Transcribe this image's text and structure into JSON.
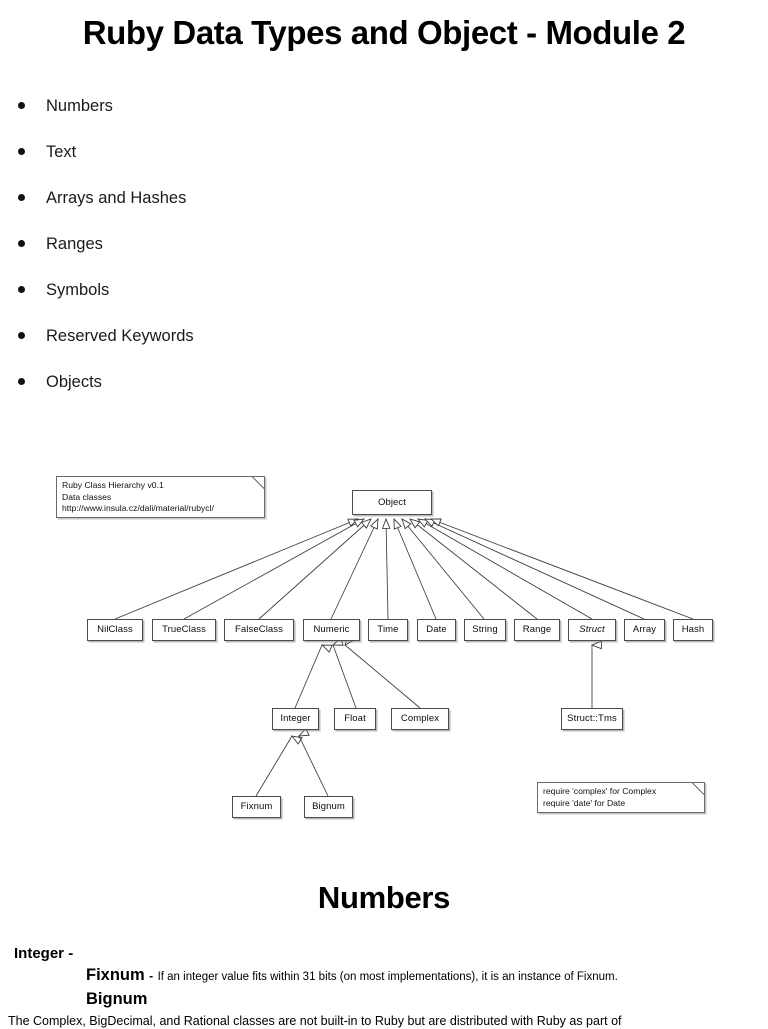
{
  "slide": {
    "title": "Ruby Data Types and Object - Module 2",
    "section_heading": "Numbers"
  },
  "topics": [
    {
      "label": "Numbers"
    },
    {
      "label": "Text"
    },
    {
      "label": "Arrays and Hashes"
    },
    {
      "label": "Ranges"
    },
    {
      "label": "Symbols"
    },
    {
      "label": "Reserved Keywords"
    },
    {
      "label": "Objects"
    }
  ],
  "diagram": {
    "title_note": {
      "line1": "Ruby Class Hierarchy v0.1",
      "line2": "Data classes",
      "line3": "http://www.insula.cz/dali/material/rubycl/"
    },
    "require_note": {
      "line1": "require 'complex' for Complex",
      "line2": "require 'date' for Date"
    },
    "root": {
      "label": "Object"
    },
    "level1": [
      {
        "label": "NilClass"
      },
      {
        "label": "TrueClass"
      },
      {
        "label": "FalseClass"
      },
      {
        "label": "Numeric"
      },
      {
        "label": "Time"
      },
      {
        "label": "Date"
      },
      {
        "label": "String"
      },
      {
        "label": "Range"
      },
      {
        "label": "Struct"
      },
      {
        "label": "Array"
      },
      {
        "label": "Hash"
      }
    ],
    "level2": [
      {
        "label": "Integer"
      },
      {
        "label": "Float"
      },
      {
        "label": "Complex"
      },
      {
        "label": "Struct::Tms"
      }
    ],
    "level3": [
      {
        "label": "Fixnum"
      },
      {
        "label": "Bignum"
      }
    ]
  },
  "numbers_section": {
    "integer_term": "Integer",
    "integer_dash": "-",
    "fixnum_term": "Fixnum",
    "fixnum_sep": "-",
    "fixnum_desc": "If an integer value fits within 31 bits (on most implementations), it is an instance of Fixnum.",
    "bignum_term": "Bignum",
    "tail_paragraph": "The Complex, BigDecimal, and Rational classes are not built-in to Ruby but are distributed with Ruby as part of"
  },
  "colors": {
    "page_background": "#ffffff",
    "text": "#000000",
    "node_border": "#4c4c4c",
    "note_border": "#6a6a6a",
    "connector": "#3b3b3b"
  }
}
